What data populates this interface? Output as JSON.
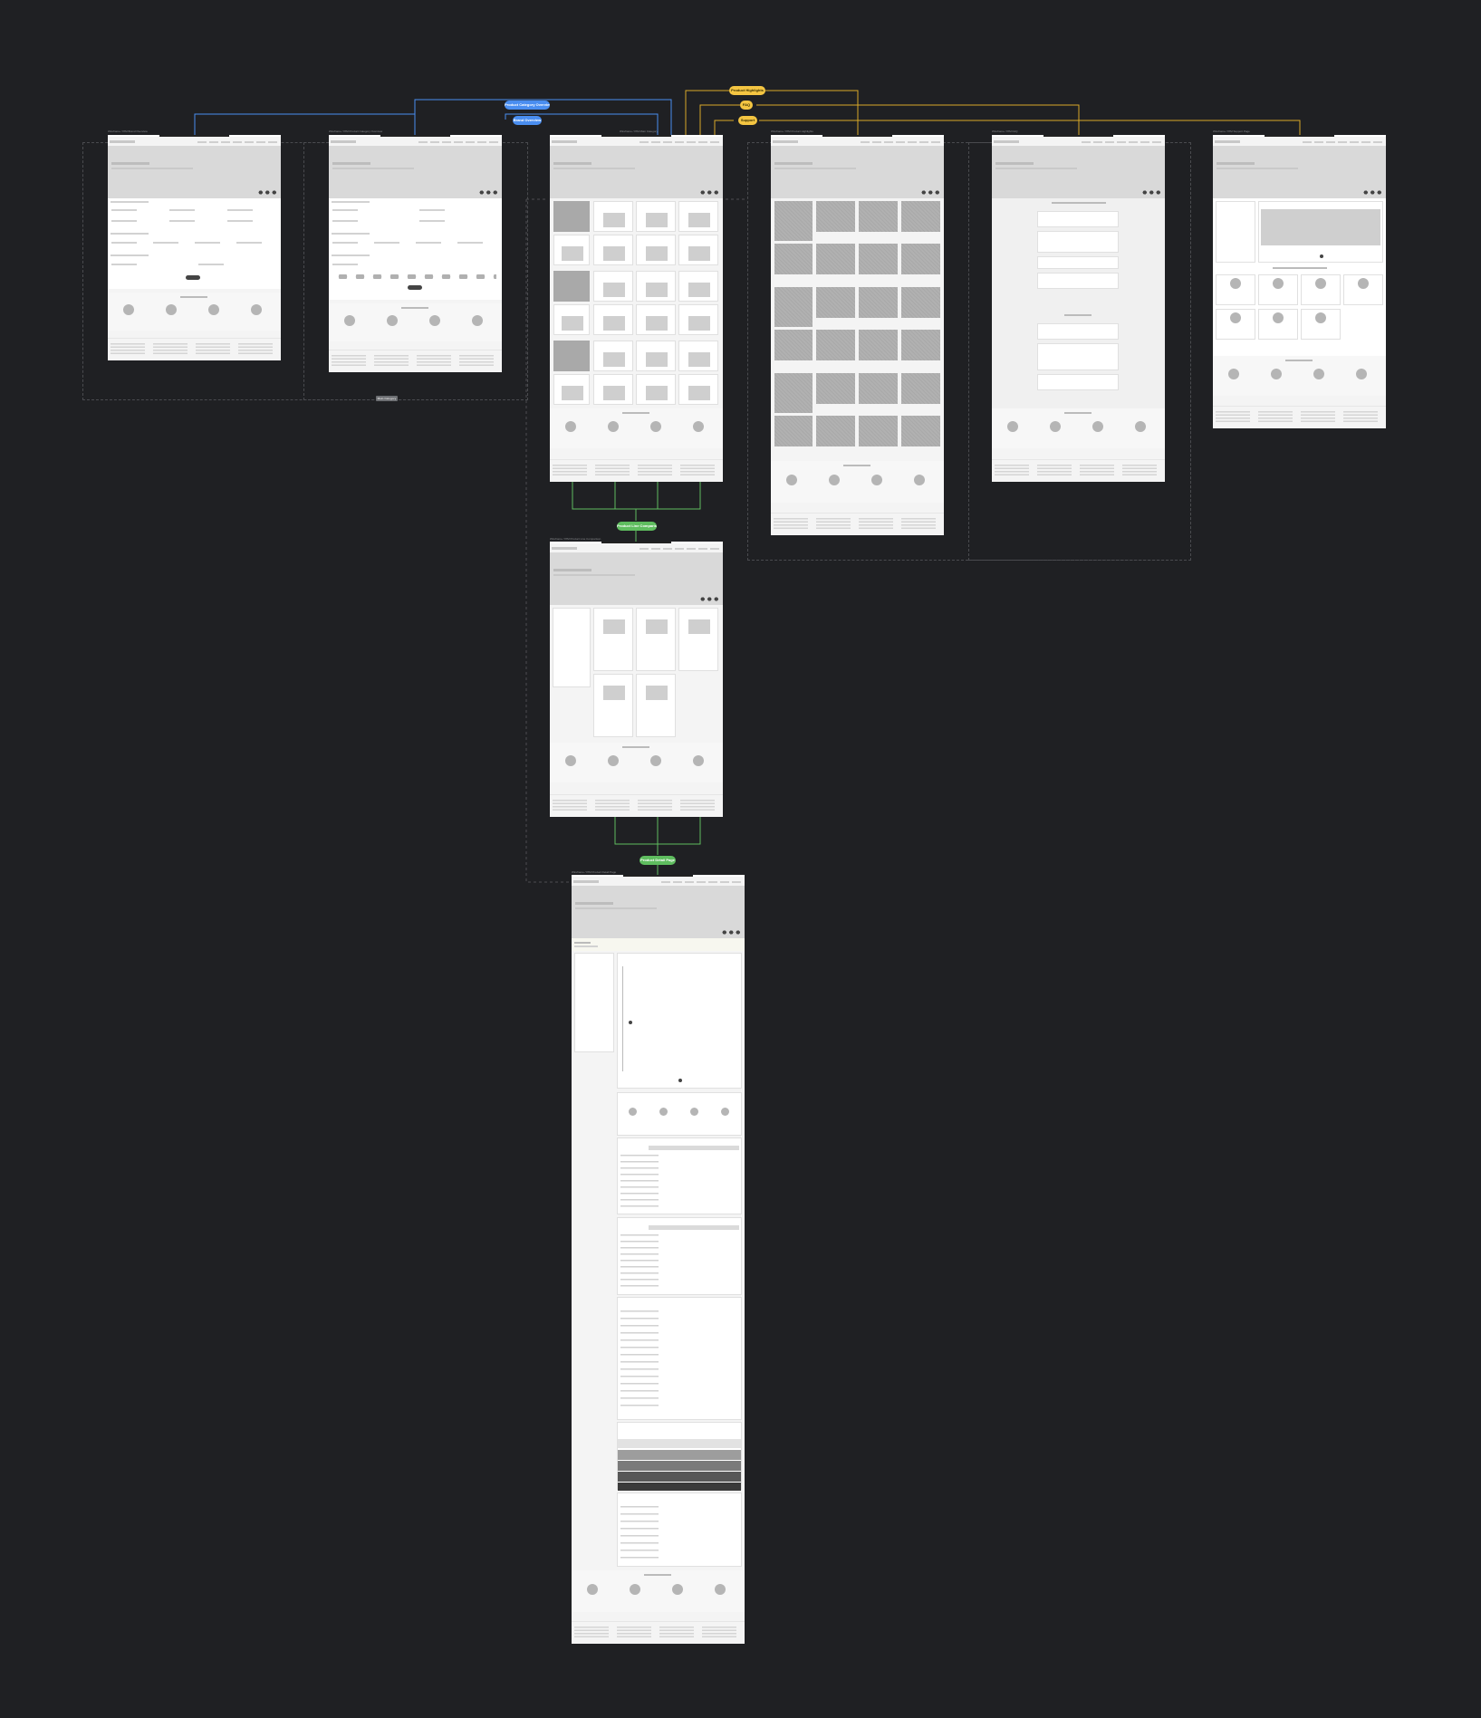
{
  "canvas": {
    "background": "#1f2023"
  },
  "flow_labels": {
    "blue_1": "Product Category Overview",
    "blue_2": "Brand Overview",
    "yellow_1": "Product Highlights",
    "yellow_2": "FAQ",
    "yellow_3": "Support",
    "green_1": "Product Line Comparison",
    "green_2": "Product Detail Page",
    "gray_1": "Main Category"
  },
  "colors": {
    "blue": "#4a8ef0",
    "yellow": "#f4c542",
    "green": "#5fbd5f",
    "wire_bg": "#f4f4f4",
    "wire_hero": "#d9d9d9",
    "wire_img": "#a9a9a9"
  },
  "frames": [
    {
      "id": "f1",
      "label": "Wireframe / PIM Brand Overview"
    },
    {
      "id": "f2",
      "label": "Wireframe / PIM Product Category Overview"
    },
    {
      "id": "f3",
      "label": "Wireframe / PIM Main Category"
    },
    {
      "id": "f4",
      "label": "Wireframe / PIM Product Highlights"
    },
    {
      "id": "f5",
      "label": "Wireframe / PIM FAQ"
    },
    {
      "id": "f6",
      "label": "Wireframe / PIM Support Page"
    },
    {
      "id": "f7",
      "label": "Wireframe / PIM Product Line Comparison"
    },
    {
      "id": "f8",
      "label": "Wireframe / PIM Product Detail Page"
    }
  ]
}
